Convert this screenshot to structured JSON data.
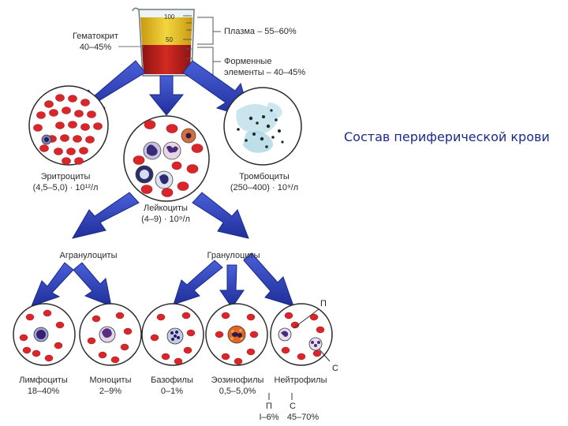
{
  "title": "Состав периферической крови",
  "beaker": {
    "scale_top": "100",
    "scale_mid": "50",
    "hematocrit_label": "Гематокрит",
    "hematocrit_value": "40–45%",
    "plasma": "Плазма – 55–60%",
    "formed_line1": "Форменные",
    "formed_line2": "элементы – 40–45%"
  },
  "cells": {
    "erythrocytes": {
      "name": "Эритроциты",
      "value": "(4,5–5,0) · 10¹²/л"
    },
    "platelets": {
      "name": "Тромбоциты",
      "value": "(250–400) · 10⁹/л"
    },
    "leukocytes": {
      "name": "Лейкоциты",
      "value": "(4–9) · 10⁹/л"
    }
  },
  "groups": {
    "agranulocytes": "Агранулоциты",
    "granulocytes": "Гранулоциты"
  },
  "subtypes": {
    "lymphocytes": {
      "name": "Лимфоциты",
      "value": "18–40%"
    },
    "monocytes": {
      "name": "Моноциты",
      "value": "2–9%"
    },
    "basophils": {
      "name": "Базофилы",
      "value": "0–1%"
    },
    "eosinophils": {
      "name": "Эозинофилы",
      "value": "0,5–5,0%"
    },
    "neutrophils": {
      "name": "Нейтрофилы"
    }
  },
  "neutrophil_forms": {
    "band_marker": "П",
    "seg_marker": "С",
    "band_label": "П",
    "band_value": "I–6%",
    "seg_label": "С",
    "seg_value": "45–70%"
  },
  "colors": {
    "arrow": "#2a3fb5",
    "rbc": "#d8262b",
    "plasma": "#e8c21c",
    "blood": "#c0201e",
    "title": "#1b2a8c"
  }
}
